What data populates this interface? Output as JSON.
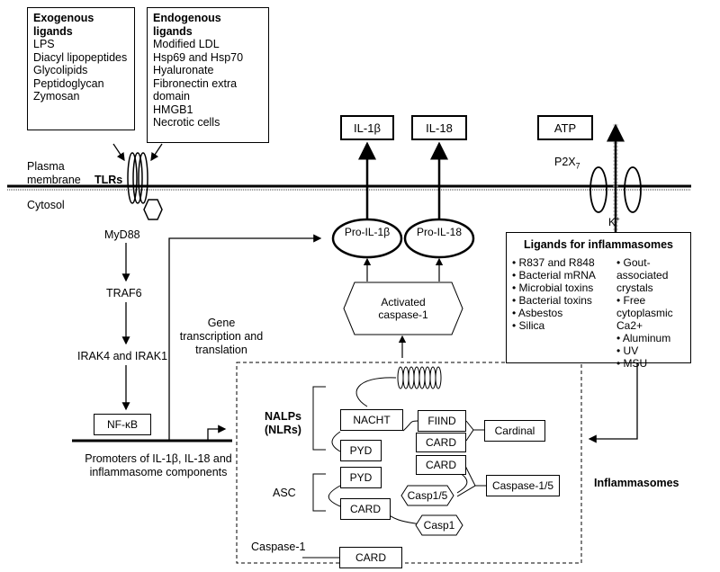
{
  "exogenous": {
    "title": "Exogenous ligands",
    "items": [
      "LPS",
      "Diacyl lipopeptides",
      "Glycolipids",
      "Peptidoglycan",
      "Zymosan"
    ]
  },
  "endogenous": {
    "title": "Endogenous ligands",
    "items": [
      "Modified LDL",
      "Hsp69 and Hsp70",
      "Hyaluronate",
      "Fibronectin extra domain",
      "HMGB1",
      "Necrotic cells"
    ]
  },
  "membrane": {
    "plasma": "Plasma membrane",
    "cytosol": "Cytosol",
    "tlrs": "TLRs"
  },
  "pathway": {
    "myd88": "MyD88",
    "traf6": "TRAF6",
    "irak": "IRAK4 and IRAK1",
    "nfkb": "NF-κB",
    "promoters": "Promoters of IL-1β, IL-18 and inflammasome components",
    "gene": "Gene transcription and translation"
  },
  "cytokines": {
    "il1b": "IL-1β",
    "il18": "IL-18",
    "pro_il1b": "Pro-IL-1β",
    "pro_il18": "Pro-IL-18",
    "activated": "Activated caspase-1"
  },
  "p2x": {
    "atp": "ATP",
    "p2x7": "P2X7",
    "k": "K+"
  },
  "ligand_panel": {
    "title": "Ligands for inflammasomes",
    "left": [
      "R837 and R848",
      "Bacterial mRNA",
      "Microbial toxins",
      "Bacterial toxins",
      "Asbestos",
      "Silica"
    ],
    "right": [
      "Gout-associated crystals",
      "Free cytoplasmic Ca2+",
      "Aluminum",
      "UV",
      "MSU"
    ]
  },
  "inflammasome": {
    "title": "Inflammasomes",
    "nalps": "NALPs (NLRs)",
    "asc": "ASC",
    "caspase1": "Caspase-1",
    "nacht": "NACHT",
    "pyd": "PYD",
    "fiind": "FIIND",
    "card": "CARD",
    "cardinal": "Cardinal",
    "casp15": "Casp1/5",
    "caspase15": "Caspase-1/5",
    "casp1": "Casp1"
  }
}
